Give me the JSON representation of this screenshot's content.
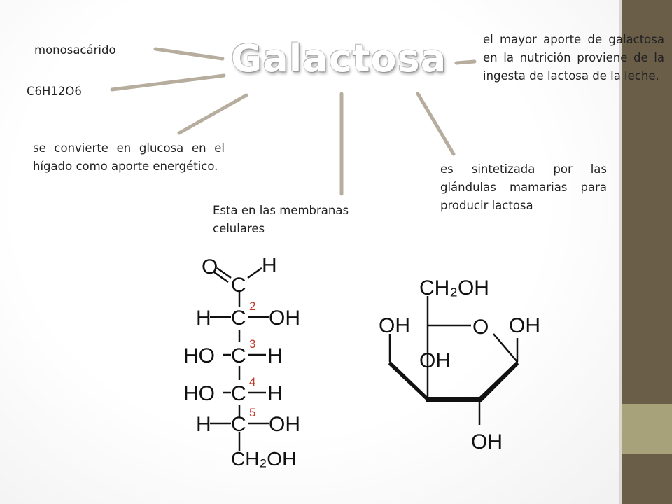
{
  "title": "Galactosa",
  "notes": {
    "type": "monosacárido",
    "formula": "C6H12O6",
    "liver": "se convierte en glucosa en el hígado como aporte energético.",
    "membranes": "Esta en las membranas celulares",
    "glands": "es sintetizada por las glándulas mamarias para producir lactosa",
    "nutrition": "el mayor aporte de galactosa en la nutrición proviene de la ingesta de lactosa de la leche."
  },
  "fischer": {
    "top_o": "O",
    "top_h": "H",
    "carbon": "C",
    "rows": [
      {
        "left": "H",
        "right": "OH",
        "num": "2"
      },
      {
        "left": "HO",
        "right": "H",
        "num": "3"
      },
      {
        "left": "HO",
        "right": "H",
        "num": "4"
      },
      {
        "left": "H",
        "right": "OH",
        "num": "5"
      }
    ],
    "bottom": "CH₂OH"
  },
  "haworth": {
    "ch2oh": "CH₂OH",
    "ring_o": "O",
    "oh_left": "OH",
    "oh_right": "OH",
    "oh_middle": "OH",
    "oh_bottom": "OH"
  },
  "colors": {
    "connector": "#b7ad9e",
    "sidebar": "#6b5e49",
    "sidebar_accent": "#a8a27a",
    "number": "#c0392b"
  }
}
